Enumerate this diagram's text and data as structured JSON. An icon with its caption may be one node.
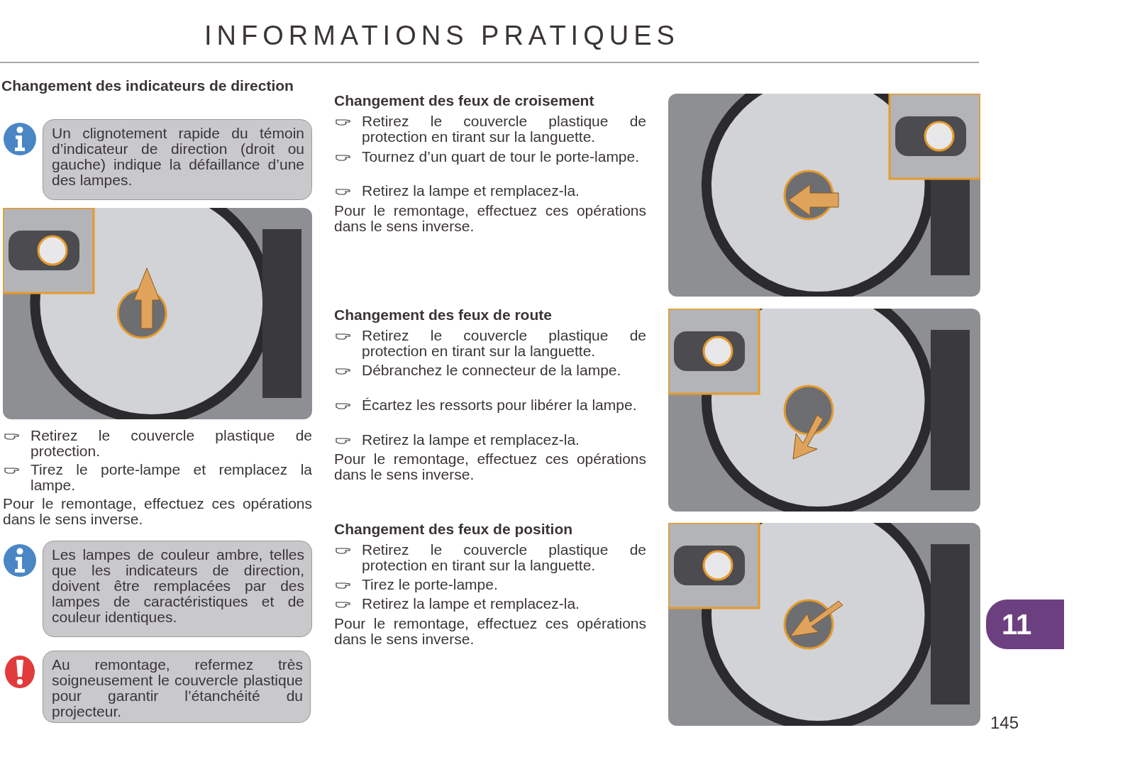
{
  "diagram": {
    "title": "INFORMATIONS PRATIQUES",
    "nodes": [
      {
        "text": [
          "Un clignotement rapide du témoin d’indicateur de direction (droit ou gauche) indique la défaillance d’une des lampes."
        ]
      },
      {
        "text": [
          "Les lampes de couleur ambre, telles que les indicateurs de direction, doivent être remplacées par des lampes de caractéristiques et de couleur identiques."
        ]
      },
      {
        "text": [
          "Au remontage, refermez très soigneusement le couvercle plastique pour garantir l’étanchéité du projecteur."
        ]
      }
    ],
    "labels": [
      "Changement des indicateurs de direction",
      "Retirez le couvercle plastique de protection.",
      "Tirez le porte-lampe et remplacez la lampe.",
      "Pour le remontage, effectuez ces opérations dans le sens inverse.",
      "Changement des feux de croisement",
      "Retirez le couvercle plastique de protection en tirant sur la languette.",
      "Tournez d’un quart de tour le porte-lampe.",
      "Retirez la lampe et remplacez-la.",
      "Pour le remontage, effectuez ces opérations dans le sens inverse.",
      "Changement des feux de route",
      "Retirez le couvercle plastique de protection en tirant sur la languette.",
      "Débranchez le connecteur de la lampe.",
      "Écartez les ressorts pour libérer la lampe.",
      "Retirez la lampe et remplacez-la.",
      "Pour le remontage, effectuez ces opérations dans le sens inverse.",
      "Changement des feux de position",
      "Retirez le couvercle plastique de protection en tirant sur la languette.",
      "Tirez le porte-lampe.",
      "Retirez la lampe et remplacez-la.",
      "Pour le remontage, effectuez ces opérations dans le sens inverse.",
      "11",
      "145"
    ]
  }
}
